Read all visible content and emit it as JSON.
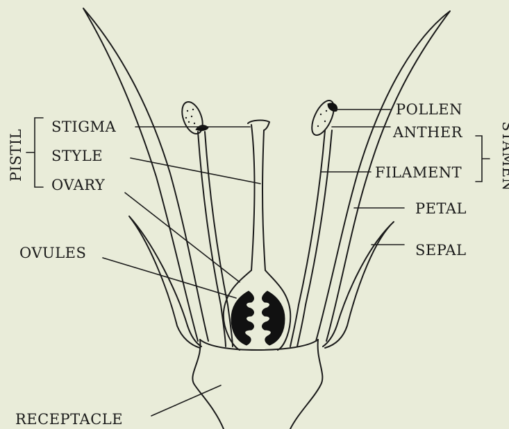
{
  "labels": {
    "pistil": "PISTIL",
    "stigma": "STIGMA",
    "style": "STYLE",
    "ovary": "OVARY",
    "ovules": "OVULES",
    "receptacle": "RECEPTACLE",
    "pollen": "POLLEN",
    "anther": "ANTHER",
    "filament": "FILAMENT",
    "stamen": "STAMEN",
    "petal": "PETAL",
    "sepal": "SEPAL"
  },
  "colors": {
    "background": "#e9ecd9",
    "ink": "#1a1a1a"
  }
}
